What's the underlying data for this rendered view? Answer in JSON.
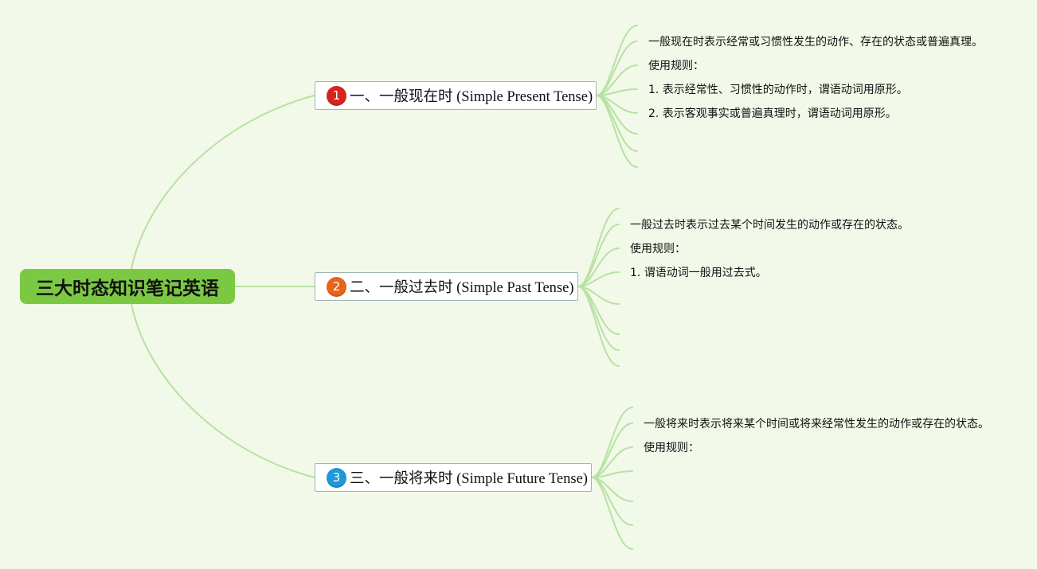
{
  "colors": {
    "background": "#f2f9e9",
    "root_fill": "#7bc943",
    "connector": "#b7e2a2",
    "badge_1": "#d6241d",
    "badge_2": "#e8641b",
    "badge_3": "#1f97d8"
  },
  "root": {
    "title": "三大时态知识笔记英语"
  },
  "topics": [
    {
      "badge": "1",
      "title": "一、一般现在时 (Simple Present Tense)",
      "notes": [
        "一般现在时表示经常或习惯性发生的动作、存在的状态或普遍真理。",
        "使用规则：",
        "1. 表示经常性、习惯性的动作时，谓语动词用原形。",
        "2. 表示客观事实或普遍真理时，谓语动词用原形。"
      ]
    },
    {
      "badge": "2",
      "title": "二、一般过去时 (Simple Past Tense)",
      "notes": [
        "一般过去时表示过去某个时间发生的动作或存在的状态。",
        "使用规则：",
        "1. 谓语动词一般用过去式。"
      ]
    },
    {
      "badge": "3",
      "title": "三、一般将来时 (Simple Future Tense)",
      "notes": [
        "一般将来时表示将来某个时间或将来经常性发生的动作或存在的状态。",
        "使用规则："
      ]
    }
  ]
}
